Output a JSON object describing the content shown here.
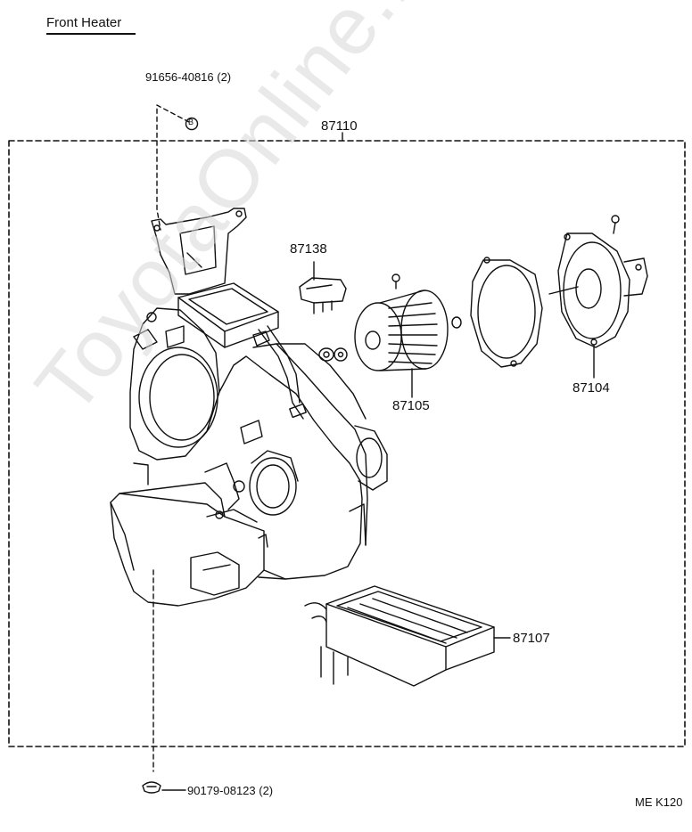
{
  "diagram": {
    "title": "Front Heater",
    "watermark": "ToyotaOnline.ru",
    "figure_code": "ME K120",
    "parts": {
      "clip_top": "91656-40816 (2)",
      "clip_bottom": "90179-08123 (2)",
      "heater_unit": "87110",
      "resistor": "87138",
      "fan": "87105",
      "blower_motor": "87104",
      "radiator": "87107"
    },
    "markers": {
      "clip_marker": "B"
    }
  }
}
